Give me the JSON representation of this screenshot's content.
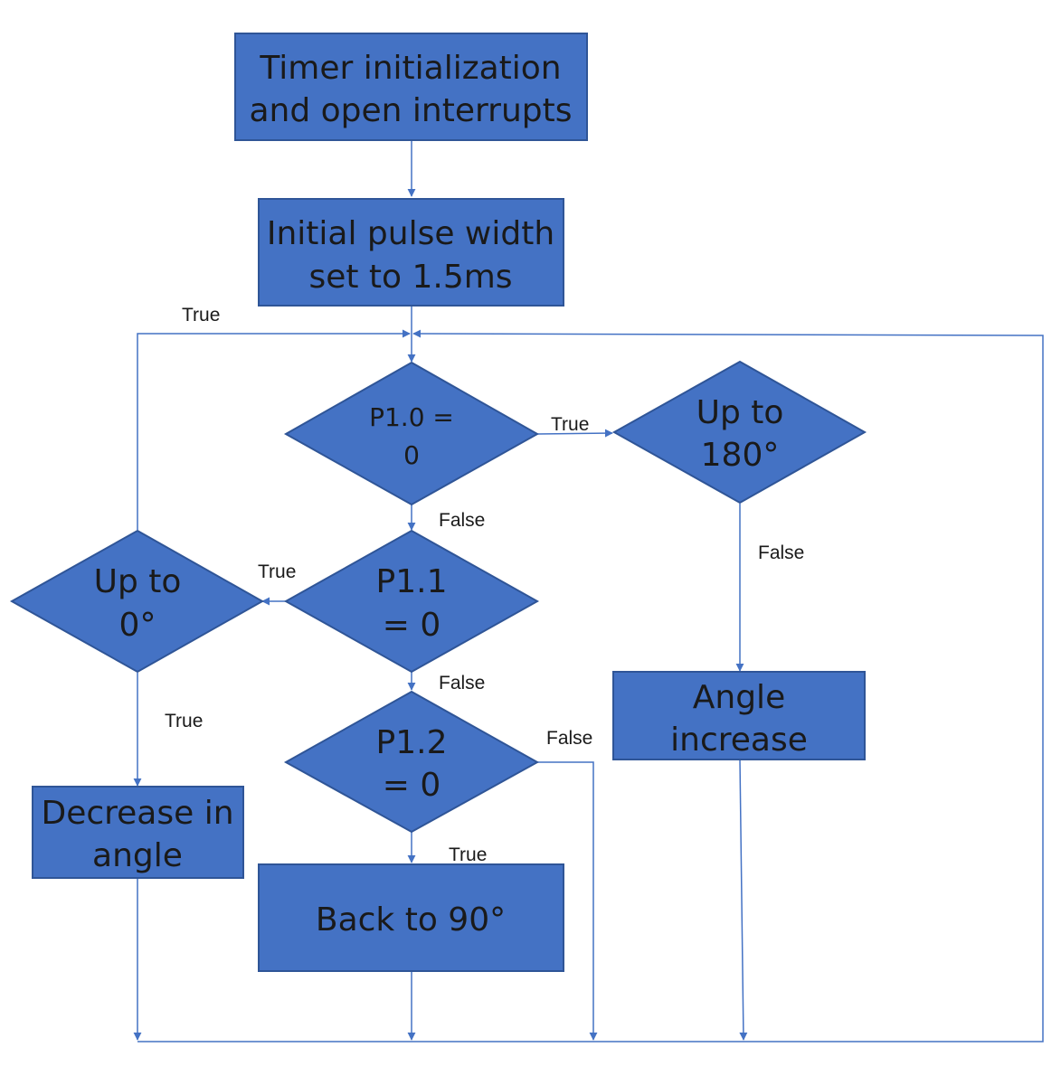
{
  "nodes": {
    "timer_init": {
      "lines": [
        "Timer initialization",
        "and open interrupts"
      ]
    },
    "pulse_init": {
      "lines": [
        "Initial pulse width",
        "set to 1.5ms"
      ]
    },
    "p10": {
      "lines": [
        "P1.0 =",
        "0"
      ]
    },
    "p11": {
      "lines": [
        "P1.1",
        "= 0"
      ]
    },
    "p12": {
      "lines": [
        "P1.2",
        "= 0"
      ]
    },
    "up180": {
      "lines": [
        "Up to",
        "180°"
      ]
    },
    "up0": {
      "lines": [
        "Up to",
        "0°"
      ]
    },
    "angle_inc": {
      "lines": [
        "Angle",
        "increase"
      ]
    },
    "angle_dec": {
      "lines": [
        "Decrease in",
        "angle"
      ]
    },
    "back90": {
      "lines": [
        "Back to 90°"
      ]
    }
  },
  "edge_labels": {
    "up0_loop_true": "True",
    "p10_true": "True",
    "p10_false": "False",
    "p11_true": "True",
    "p11_false": "False",
    "up180_false": "False",
    "up0_true": "True",
    "p12_false": "False",
    "p12_true": "True"
  },
  "colors": {
    "shape_fill": "#4472C4",
    "shape_border": "#2F5597",
    "connector": "#4472C4",
    "text": "#1a1a1a"
  }
}
